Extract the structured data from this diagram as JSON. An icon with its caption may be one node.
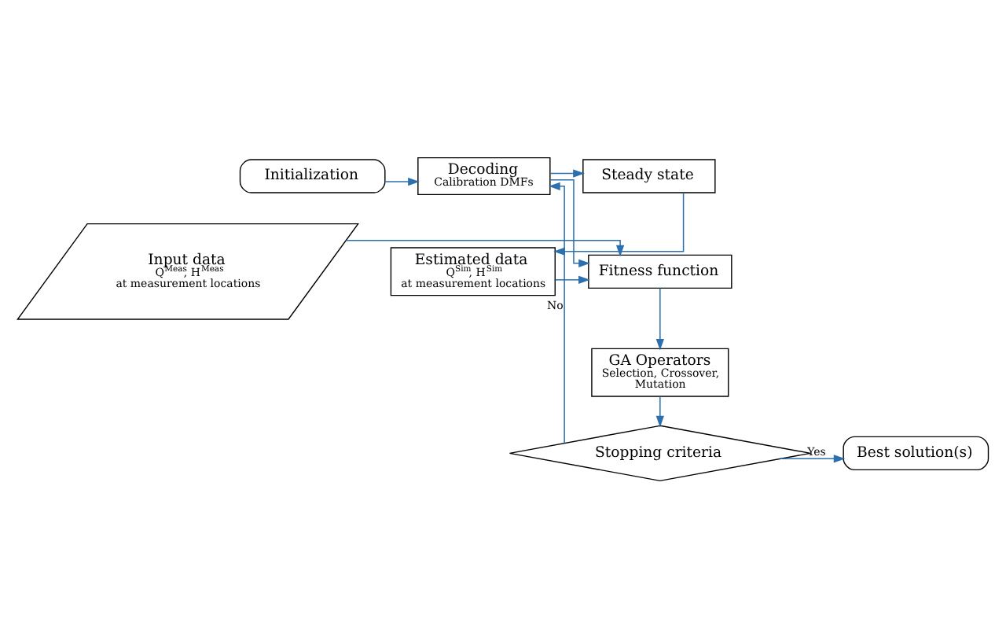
{
  "diagram": {
    "nodes": [
      {
        "text": [
          "Initialization"
        ]
      },
      {
        "text": [
          "Decoding",
          "Calibration DMFs"
        ]
      },
      {
        "text": [
          "Steady state"
        ]
      },
      {
        "text": [
          "Input data",
          "Q$^{Meas}$, H$^{Meas}$ at measurement locations"
        ]
      },
      {
        "text": [
          "Fitness function"
        ]
      },
      {
        "text": [
          "Estimated data",
          "Q$^{Sim}$, H$^{Sim}$ at measurement locations"
        ]
      },
      {
        "text": [
          "GA Operators",
          "Selection, Crossover, Mutation"
        ]
      },
      {
        "text": [
          "Stopping criteria"
        ]
      },
      {
        "text": [
          "Best solution(s)"
        ]
      }
    ],
    "edges": [
      {
        "from": 0,
        "to": 1,
        "arrow": "to"
      },
      {
        "from": 1,
        "to": 2,
        "arrow": "to"
      },
      {
        "from": 1,
        "to": 4,
        "arrow": "to"
      },
      {
        "from": 2,
        "to": 5,
        "arrow": "to"
      },
      {
        "from": 5,
        "to": 4,
        "arrow": "to"
      },
      {
        "from": 3,
        "to": 4,
        "arrow": "to"
      },
      {
        "from": 4,
        "to": 6,
        "arrow": "to"
      },
      {
        "from": 6,
        "to": 7,
        "arrow": "to"
      },
      {
        "from": 7,
        "to": 8,
        "arrow": "to",
        "label": "Yes"
      },
      {
        "from": 7,
        "to": 1,
        "arrow": "to",
        "label": "No"
      }
    ]
  }
}
